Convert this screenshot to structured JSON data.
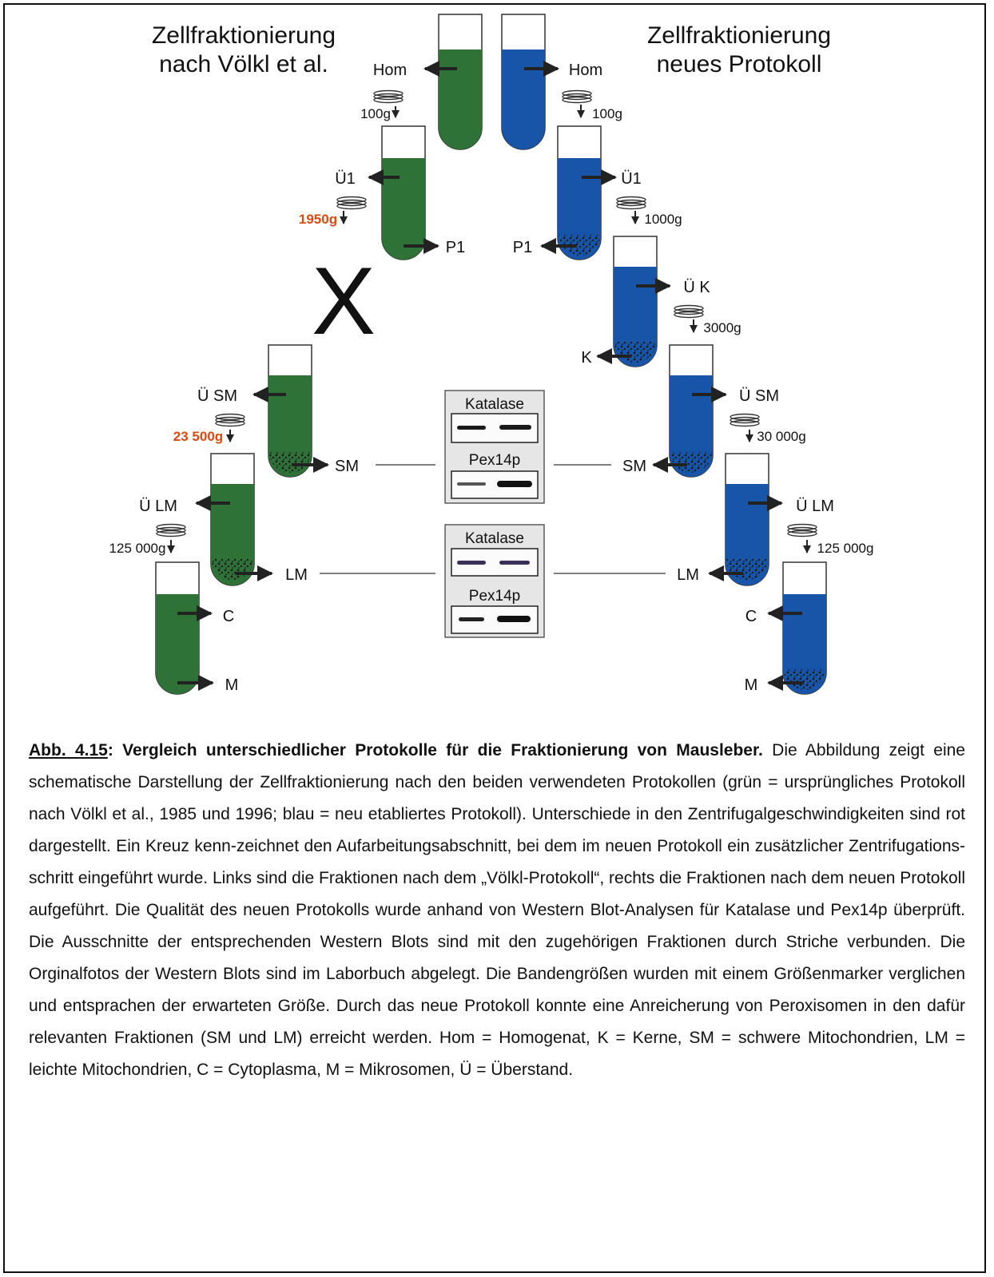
{
  "left_title": [
    "Zellfraktionierung",
    "nach Völkl et al."
  ],
  "right_title": [
    "Zellfraktionierung",
    "neues Protokoll"
  ],
  "colors": {
    "green": "#2e7238",
    "blue": "#1855a8",
    "highlight": "#d94a10"
  },
  "left_protocol": {
    "fractions": [
      "Hom",
      "Ü1",
      "P1",
      "Ü SM",
      "SM",
      "Ü LM",
      "LM",
      "C",
      "M"
    ],
    "speeds": [
      "100g",
      "1950g",
      "23 500g",
      "125 000g"
    ]
  },
  "right_protocol": {
    "fractions": [
      "Hom",
      "Ü1",
      "P1",
      "Ü K",
      "K",
      "Ü SM",
      "SM",
      "Ü LM",
      "LM",
      "C",
      "M"
    ],
    "speeds": [
      "100g",
      "1000g",
      "3000g",
      "30 000g",
      "125 000g"
    ]
  },
  "cross_mark": "X",
  "blots": [
    {
      "label_top": "Katalase",
      "label_bottom": "Pex14p",
      "fraction": "SM"
    },
    {
      "label_top": "Katalase",
      "label_bottom": "Pex14p",
      "fraction": "LM"
    }
  ],
  "caption": {
    "abb_number": "Abb. 4.15",
    "title": ": Vergleich unterschiedlicher Protokolle für die Fraktionierung von Mausleber.",
    "body": " Die Abbildung zeigt eine schematische Darstellung der Zellfraktionierung nach den beiden verwendeten Protokollen (grün = ursprüngliches Protokoll nach Völkl et al., 1985 und 1996; blau = neu etabliertes Protokoll). Unterschiede in den Zentrifugalgeschwindigkeiten sind rot dargestellt. Ein Kreuz kenn-zeichnet den Aufarbeitungsabschnitt, bei dem im neuen Protokoll ein zusätzlicher Zentrifugations-schritt eingeführt wurde. Links sind die Fraktionen nach dem „Völkl-Protokoll“, rechts die Fraktionen nach dem neuen Protokoll aufgeführt. Die Qualität des neuen Protokolls wurde anhand von Western Blot-Analysen für Katalase und Pex14p überprüft. Die Ausschnitte der entsprechenden Western Blots sind mit den zugehörigen Fraktionen durch Striche verbunden. Die Orginalfotos der Western Blots sind im Laborbuch abgelegt. Die Bandengrößen wurden mit einem Größenmarker verglichen und entsprachen der erwarteten Größe. Durch das neue Protokoll konnte eine Anreicherung von Peroxisomen in den dafür relevanten Fraktionen (SM und LM) erreicht werden. Hom = Homogenat, K = Kerne, SM = schwere Mitochondrien, LM = leichte Mitochondrien, C = Cytoplasma, M = Mikrosomen, Ü = Überstand."
  }
}
